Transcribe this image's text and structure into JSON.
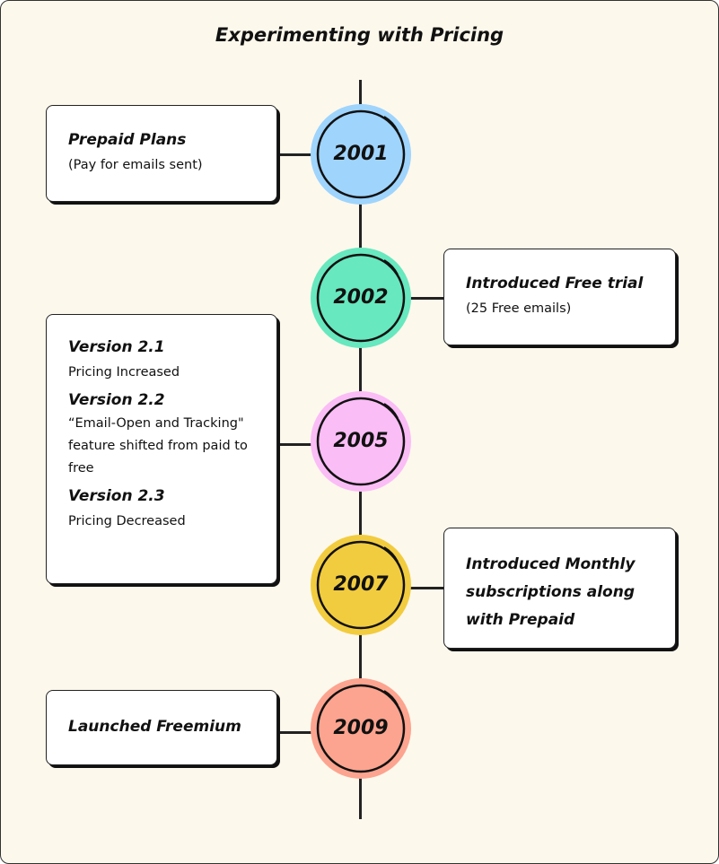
{
  "title": "Experimenting with Pricing",
  "events": [
    {
      "year": "2001",
      "color": "#9fd4fd",
      "title": "Prepaid Plans",
      "text": "(Pay for emails sent)"
    },
    {
      "year": "2002",
      "color": "#67e8bf",
      "title": "Introduced Free trial",
      "text": "(25 Free emails)"
    },
    {
      "year": "2005",
      "color": "#fbbdf6",
      "versions": [
        {
          "title": "Version 2.1",
          "text": "Pricing Increased"
        },
        {
          "title": "Version 2.2",
          "text": "“Email-Open and Tracking\" feature shifted from paid to free"
        },
        {
          "title": "Version 2.3",
          "text": "Pricing Decreased"
        }
      ]
    },
    {
      "year": "2007",
      "color": "#f2cc3f",
      "title": "Introduced Monthly subscriptions along with Prepaid"
    },
    {
      "year": "2009",
      "color": "#fca48f",
      "title": "Launched Freemium"
    }
  ]
}
